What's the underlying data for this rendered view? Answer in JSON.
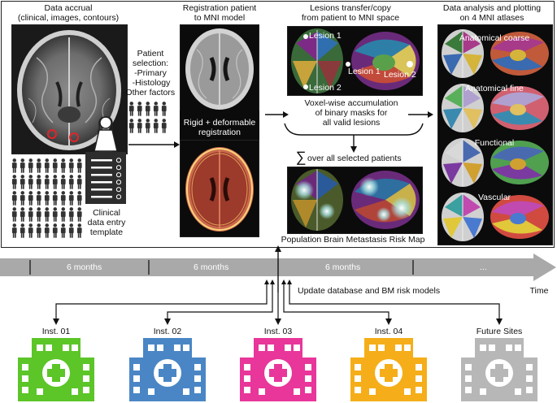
{
  "top_panel": {
    "accrual": {
      "title_line1": "Data accrual",
      "title_line2": "(clinical, images, contours)"
    },
    "selection": {
      "heading_line1": "Patient",
      "heading_line2": "selection:",
      "items": [
        "-Primary",
        "-Histology",
        "-Other factors"
      ]
    },
    "template": {
      "line1": "Clinical",
      "line2": "data entry",
      "line3": "template"
    },
    "registration": {
      "title_line1": "Registration patient",
      "title_line2": "to MNI model",
      "subtitle_line1": "Rigid + deformable",
      "subtitle_line2": "registration"
    },
    "lesions": {
      "title_line1": "Lesions transfer/copy",
      "title_line2": "from patient to MNI space",
      "labels": [
        "Lesion 1",
        "Lesion 2",
        "Lesion 1",
        "Lesion 2"
      ]
    },
    "accumulation": {
      "line1": "Voxel-wise accumulation",
      "line2": "of binary masks for",
      "line3": "all valid lesions",
      "sum_symbol": "∑",
      "sum_text": "over all selected patients"
    },
    "risk_map": {
      "caption": "Population Brain Metastasis Risk Map"
    },
    "analysis": {
      "title_line1": "Data analysis and plotting",
      "title_line2": "on 4 MNI atlases",
      "atlases": [
        "Anatomical coarse",
        "Anatomical fine",
        "Functional",
        "Vascular"
      ]
    }
  },
  "timeline": {
    "segments": [
      "6 months",
      "6 months",
      "6 months",
      "..."
    ],
    "axis_label": "Time",
    "update_text": "Update database and BM risk models"
  },
  "institutions": [
    {
      "name": "Inst. 01",
      "color": "#5cc528"
    },
    {
      "name": "Inst. 02",
      "color": "#4a86c5"
    },
    {
      "name": "Inst. 03",
      "color": "#e8369a"
    },
    {
      "name": "Inst. 04",
      "color": "#f5ae19"
    },
    {
      "name": "Future Sites",
      "color": "#b7b7b7"
    }
  ]
}
